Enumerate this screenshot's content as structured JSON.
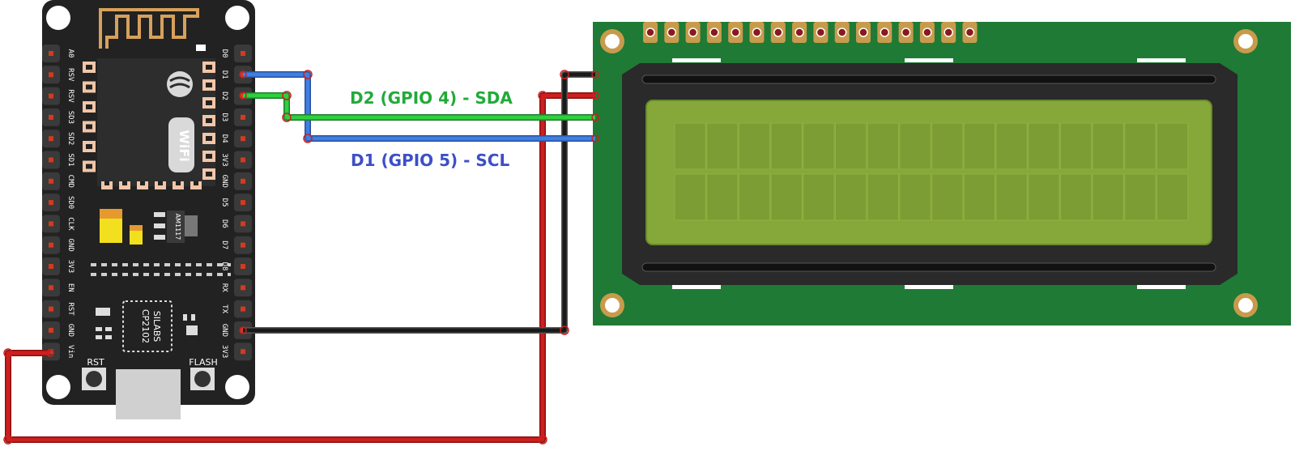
{
  "nodemcu": {
    "left_pins": [
      "A0",
      "RSV",
      "RSV",
      "SD3",
      "SD2",
      "SD1",
      "CMD",
      "SD0",
      "CLK",
      "GND",
      "3V3",
      "EN",
      "RST",
      "GND",
      "Vin"
    ],
    "right_pins": [
      "D0",
      "D1",
      "D2",
      "D3",
      "D4",
      "3V3",
      "GND",
      "D5",
      "D6",
      "D7",
      "D8",
      "RX",
      "TX",
      "GND",
      "3V3"
    ],
    "usb_chip_line1": "SILABS",
    "usb_chip_line2": "CP2102",
    "regulator_label": "AM1117",
    "wifi_badge": "WiFi",
    "rst_label": "RST",
    "flash_label": "FLASH"
  },
  "wires": {
    "sda": {
      "label": "D2 (GPIO 4) - SDA",
      "color": "#22aa3a"
    },
    "scl": {
      "label": "D1 (GPIO 5) - SCL",
      "color": "#3c4fc8"
    },
    "vcc_color": "#cc1f1f",
    "gnd_color": "#1a1a1a"
  },
  "lcd": {
    "board_color": "#1f7a35",
    "screen_color": "#86a83a",
    "header_pins": 16,
    "columns": 16,
    "rows": 2
  }
}
